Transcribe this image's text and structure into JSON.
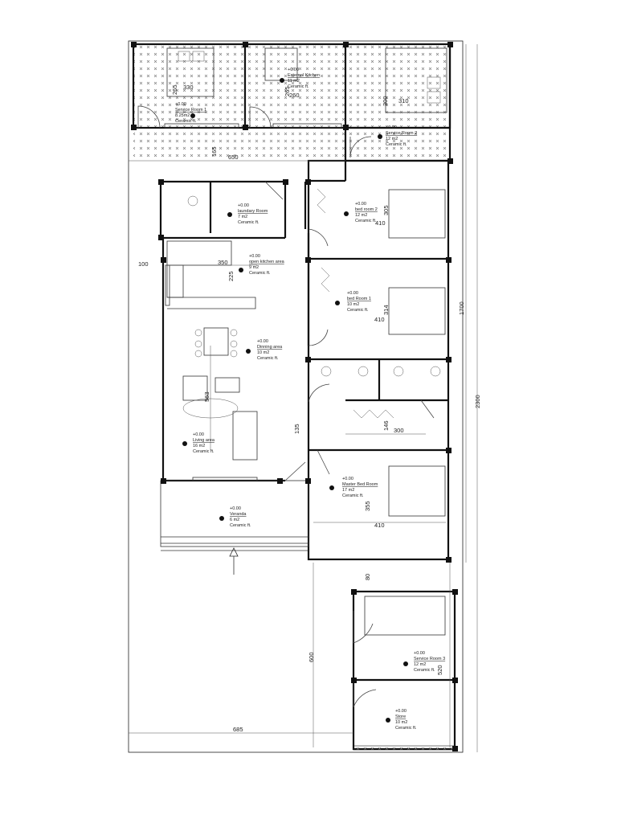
{
  "rooms": {
    "service_room_1": {
      "level": "+0.00",
      "name": "Service Room 1",
      "area": "8.25m2",
      "finish": "Ceramic ft."
    },
    "external_kitchen": {
      "level": "+0.00",
      "name": "External Kitchen",
      "area": "11 m2",
      "finish": "Ceramic ft."
    },
    "service_room_2": {
      "level": "+0.00",
      "name": "Service Room 2",
      "area": "12 m2",
      "finish": "Ceramic ft."
    },
    "laundry_room": {
      "level": "+0.00",
      "name": "laundary Room",
      "area": "7 m2",
      "finish": "Ceramic ft."
    },
    "open_kitchen": {
      "level": "+0.00",
      "name": "open kitchen area",
      "area": "9 m2",
      "finish": "Ceramic ft."
    },
    "dining": {
      "level": "+0.00",
      "name": "Dinning area",
      "area": "10 m2",
      "finish": "Ceramic ft."
    },
    "living": {
      "level": "+0.00",
      "name": "Living area",
      "area": "16 m2",
      "finish": "Ceramic ft."
    },
    "veranda": {
      "level": "+0.00",
      "name": "Veranda",
      "area": "6 m2",
      "finish": "Ceramic ft."
    },
    "bedroom_2": {
      "level": "+0.00",
      "name": "bed room 2",
      "area": "12 m2",
      "finish": "Ceramic ft."
    },
    "bedroom_1": {
      "level": "+0.00",
      "name": "bed Room 1",
      "area": "10 m2",
      "finish": "Ceramic ft."
    },
    "master_bedroom": {
      "level": "+0.00",
      "name": "Master Bed Room",
      "area": "17 m2",
      "finish": "Ceramic ft."
    },
    "service_room_3": {
      "level": "+0.00",
      "name": "Service Room 3",
      "area": "12 m2",
      "finish": "Ceramic ft."
    },
    "store": {
      "level": "+0.00",
      "name": "Store",
      "area": "10 m2",
      "finish": "Ceramic ft."
    }
  },
  "dimensions": {
    "d330": "330",
    "d265": "265",
    "d265b": "265",
    "d260": "260",
    "d310": "310",
    "d300_top": "300",
    "d165": "165",
    "d650": "650",
    "d305": "305",
    "d410_b2": "410",
    "d100": "100",
    "d350": "350",
    "d225": "225",
    "d314": "314",
    "d410_b1": "410",
    "d1700": "1700",
    "d2300": "2300",
    "d563": "563",
    "d135": "135",
    "d146": "146",
    "d300": "300",
    "d355": "355",
    "d410_m": "410",
    "d80": "80",
    "d600": "600",
    "d520": "520",
    "d685": "685"
  }
}
